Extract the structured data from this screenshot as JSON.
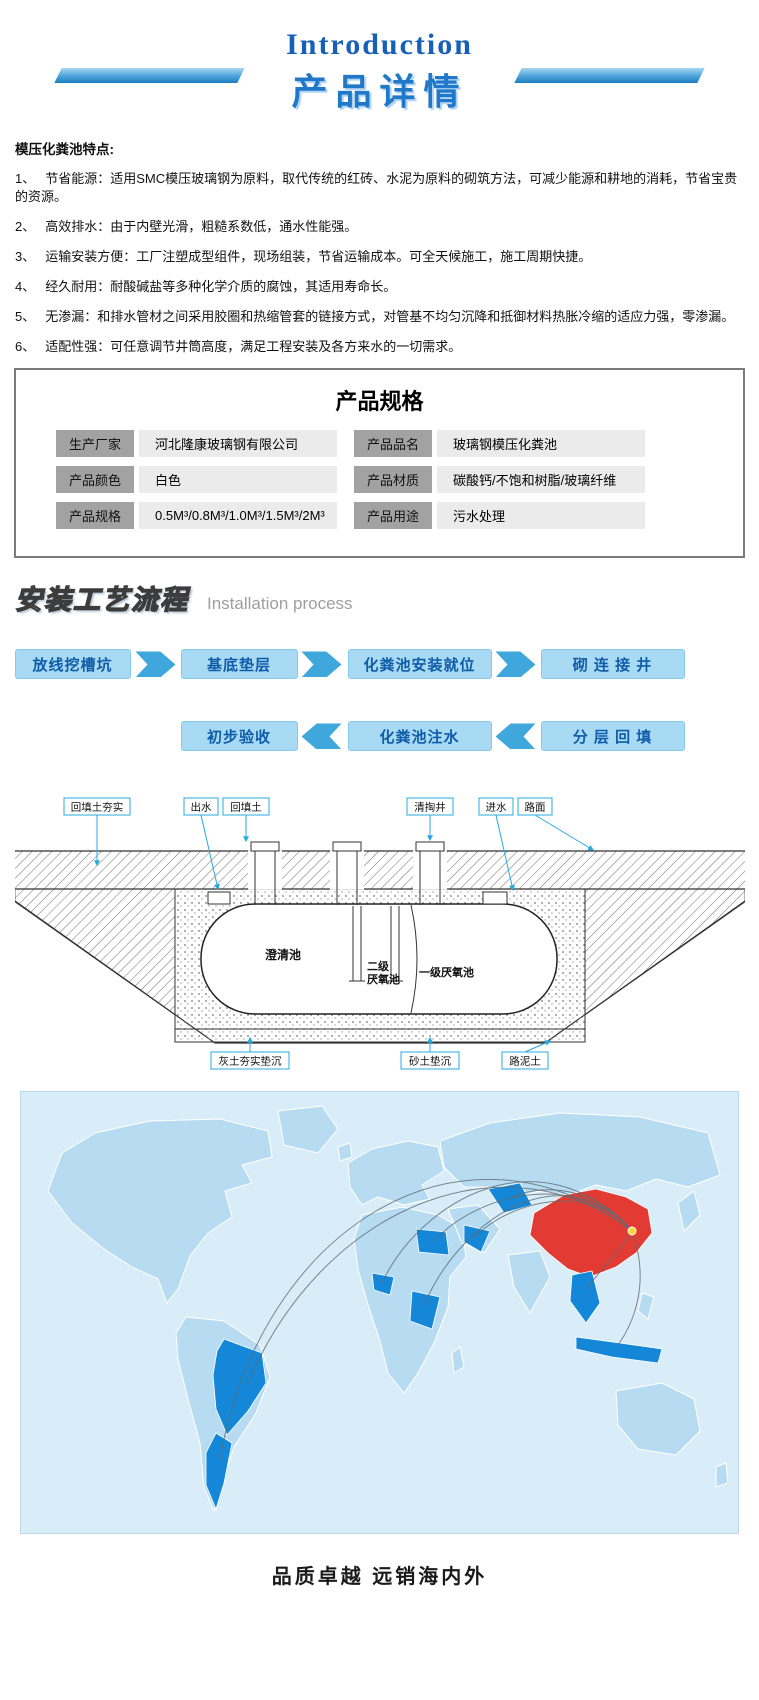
{
  "colors": {
    "accent_blue": "#1f78c8",
    "flow_box_fill": "#a9daf3",
    "flow_arrow": "#3fa7dc",
    "diagram_label_border": "#29a8e0",
    "map_ocean": "#d9edf9",
    "map_land": "#b7dbf1",
    "map_highlight": "#1487d8",
    "map_china": "#e23b33"
  },
  "header": {
    "title_en": "Introduction",
    "title_zh": "产品详情"
  },
  "features": {
    "heading": "模压化粪池特点:",
    "items": [
      {
        "num": "1、",
        "text": "节省能源：适用SMC模压玻璃钢为原料，取代传统的红砖、水泥为原料的砌筑方法，可减少能源和耕地的消耗，节省宝贵的资源。"
      },
      {
        "num": "2、",
        "text": "高效排水：由于内壁光滑，粗糙系数低，通水性能强。"
      },
      {
        "num": "3、",
        "text": "运输安装方便：工厂注塑成型组件，现场组装，节省运输成本。可全天候施工，施工周期快捷。"
      },
      {
        "num": "4、",
        "text": "经久耐用：耐酸碱盐等多种化学介质的腐蚀，其适用寿命长。"
      },
      {
        "num": "5、",
        "text": "无渗漏：和排水管材之间采用胶圈和热缩管套的链接方式，对管基不均匀沉降和抵御材料热胀冷缩的适应力强，零渗漏。"
      },
      {
        "num": "6、",
        "text": "适配性强：可任意调节井筒高度，满足工程安装及各方来水的一切需求。"
      }
    ]
  },
  "spec_table": {
    "title": "产品规格",
    "rows": [
      [
        {
          "label": "生产厂家",
          "value": "河北隆康玻璃钢有限公司"
        },
        {
          "label": "产品品名",
          "value": "玻璃钢模压化粪池"
        }
      ],
      [
        {
          "label": "产品颜色",
          "value": "白色"
        },
        {
          "label": "产品材质",
          "value": "碳酸钙/不饱和树脂/玻璃纤维"
        }
      ],
      [
        {
          "label": "产品规格",
          "value": "0.5M³/0.8M³/1.0M³/1.5M³/2M³"
        },
        {
          "label": "产品用途",
          "value": "污水处理"
        }
      ]
    ]
  },
  "process": {
    "title_zh": "安装工艺流程",
    "title_en": "Installation process",
    "row1": [
      "放线挖槽坑",
      "基底垫层",
      "化粪池安装就位",
      "砌 连 接 井"
    ],
    "row2": [
      "初步验收",
      "化粪池注水",
      "分 层 回 填"
    ]
  },
  "diagram": {
    "top_labels": [
      "回填土夯实",
      "出水",
      "回填土",
      "清掏井",
      "进水",
      "路面"
    ],
    "tank_labels": {
      "left": "澄清池",
      "middle_line1": "二级",
      "middle_line2": "厌氧池",
      "right": "一级厌氧池"
    },
    "bottom_labels": [
      "灰土夯实垫沉",
      "砂土垫沉",
      "路泥土"
    ]
  },
  "map": {
    "caption": "品质卓越  远销海内外"
  }
}
